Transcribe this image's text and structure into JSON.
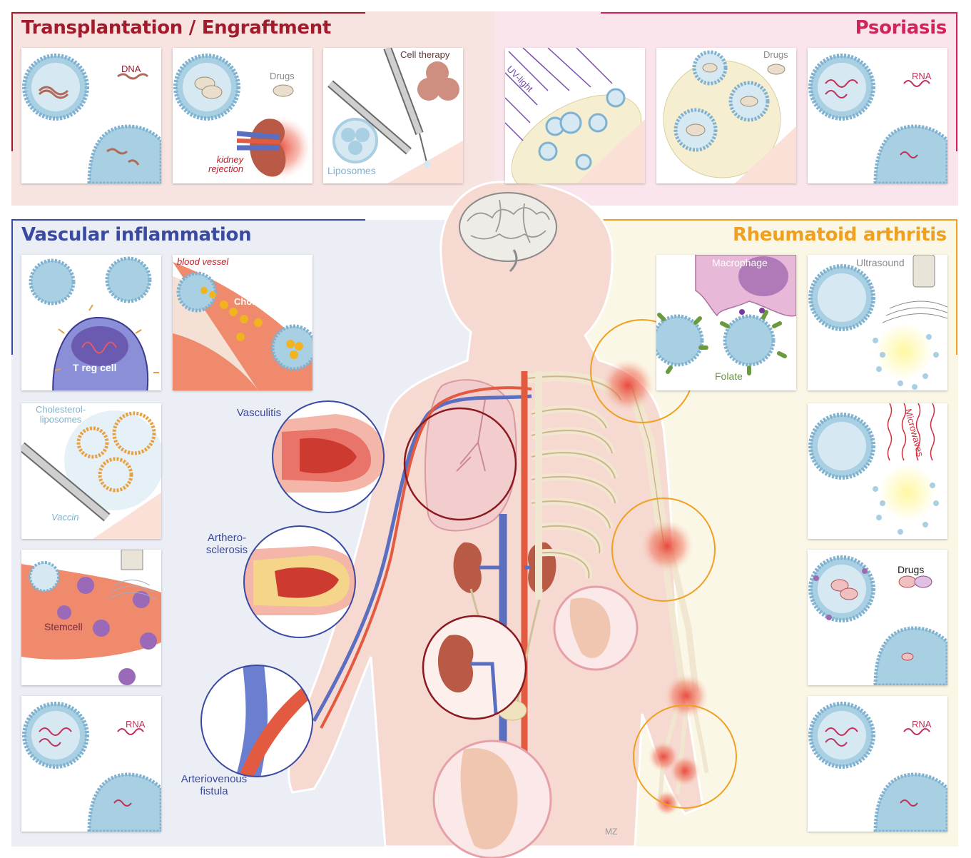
{
  "sections": {
    "transplantation": {
      "title": "Transplantation / Engraftment",
      "color": "#a01c2c"
    },
    "psoriasis": {
      "title": "Psoriasis",
      "color": "#d0245a"
    },
    "vascular": {
      "title": "Vascular inflammation",
      "color": "#3a4aa0"
    },
    "rheumatoid": {
      "title": "Rheumatoid arthritis",
      "color": "#f0a020"
    }
  },
  "transplant_panels": {
    "dna": {
      "label": "DNA"
    },
    "drugs": {
      "label": "Drugs",
      "kidney_label": "kidney\nrejection"
    },
    "cell_therapy": {
      "label": "Cell therapy",
      "liposomes": "Liposomes"
    }
  },
  "psoriasis_panels": {
    "uv": {
      "label": "UV-light"
    },
    "drugs": {
      "label": "Drugs"
    },
    "rna": {
      "label": "RNA"
    }
  },
  "vascular_panels": {
    "treg": {
      "label": "T reg cell"
    },
    "blood_vessel": {
      "label": "blood vessel",
      "cholesterol": "Cholesterol"
    },
    "vaccine": {
      "label": "Cholesterol-\nliposomes",
      "vaccin": "Vaccin"
    },
    "stemcell": {
      "label": "Stemcell"
    },
    "rna": {
      "label": "RNA"
    }
  },
  "body_labels": {
    "vasculitis": "Vasculitis",
    "atherosclerosis": "Arthero-\nsclerosis",
    "fistula": "Arteriovenous\nfistula",
    "signature": "MZ"
  },
  "rheumatoid_panels": {
    "macrophage": {
      "label": "Macrophage",
      "folate": "Folate"
    },
    "ultrasound": {
      "label": "Ultrasound"
    },
    "microwaves": {
      "label": "Microwaves"
    },
    "drugs": {
      "label": "Drugs"
    },
    "rna": {
      "label": "RNA"
    }
  },
  "colors": {
    "liposome": "#a9cfe3",
    "liposome_edge": "#7fb2d0",
    "skin": "#f6d9d0",
    "artery": "#e25a40",
    "vein": "#5a6fc0",
    "bone": "#f1e6cf",
    "inflammation": "#e83a30"
  }
}
